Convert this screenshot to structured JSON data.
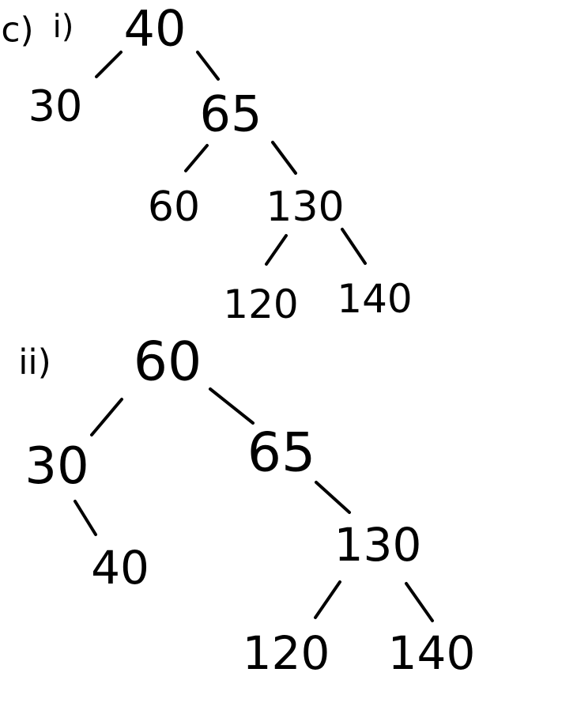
{
  "part_c": {
    "label": "c)",
    "subparts": [
      {
        "label": "i)",
        "tree": {
          "nodes": {
            "n40": "40",
            "n30": "30",
            "n65": "65",
            "n60": "60",
            "n130": "130",
            "n120": "120",
            "n140": "140"
          },
          "edges": [
            [
              "n40",
              "n30"
            ],
            [
              "n40",
              "n65"
            ],
            [
              "n65",
              "n60"
            ],
            [
              "n65",
              "n130"
            ],
            [
              "n130",
              "n120"
            ],
            [
              "n130",
              "n140"
            ]
          ]
        }
      },
      {
        "label": "ii)",
        "tree": {
          "nodes": {
            "m60": "60",
            "m30": "30",
            "m65": "65",
            "m40": "40",
            "m130": "130",
            "m120": "120",
            "m140": "140"
          },
          "edges": [
            [
              "m60",
              "m30"
            ],
            [
              "m60",
              "m65"
            ],
            [
              "m30",
              "m40"
            ],
            [
              "m65",
              "m130"
            ],
            [
              "m130",
              "m120"
            ],
            [
              "m130",
              "m140"
            ]
          ]
        }
      }
    ]
  }
}
